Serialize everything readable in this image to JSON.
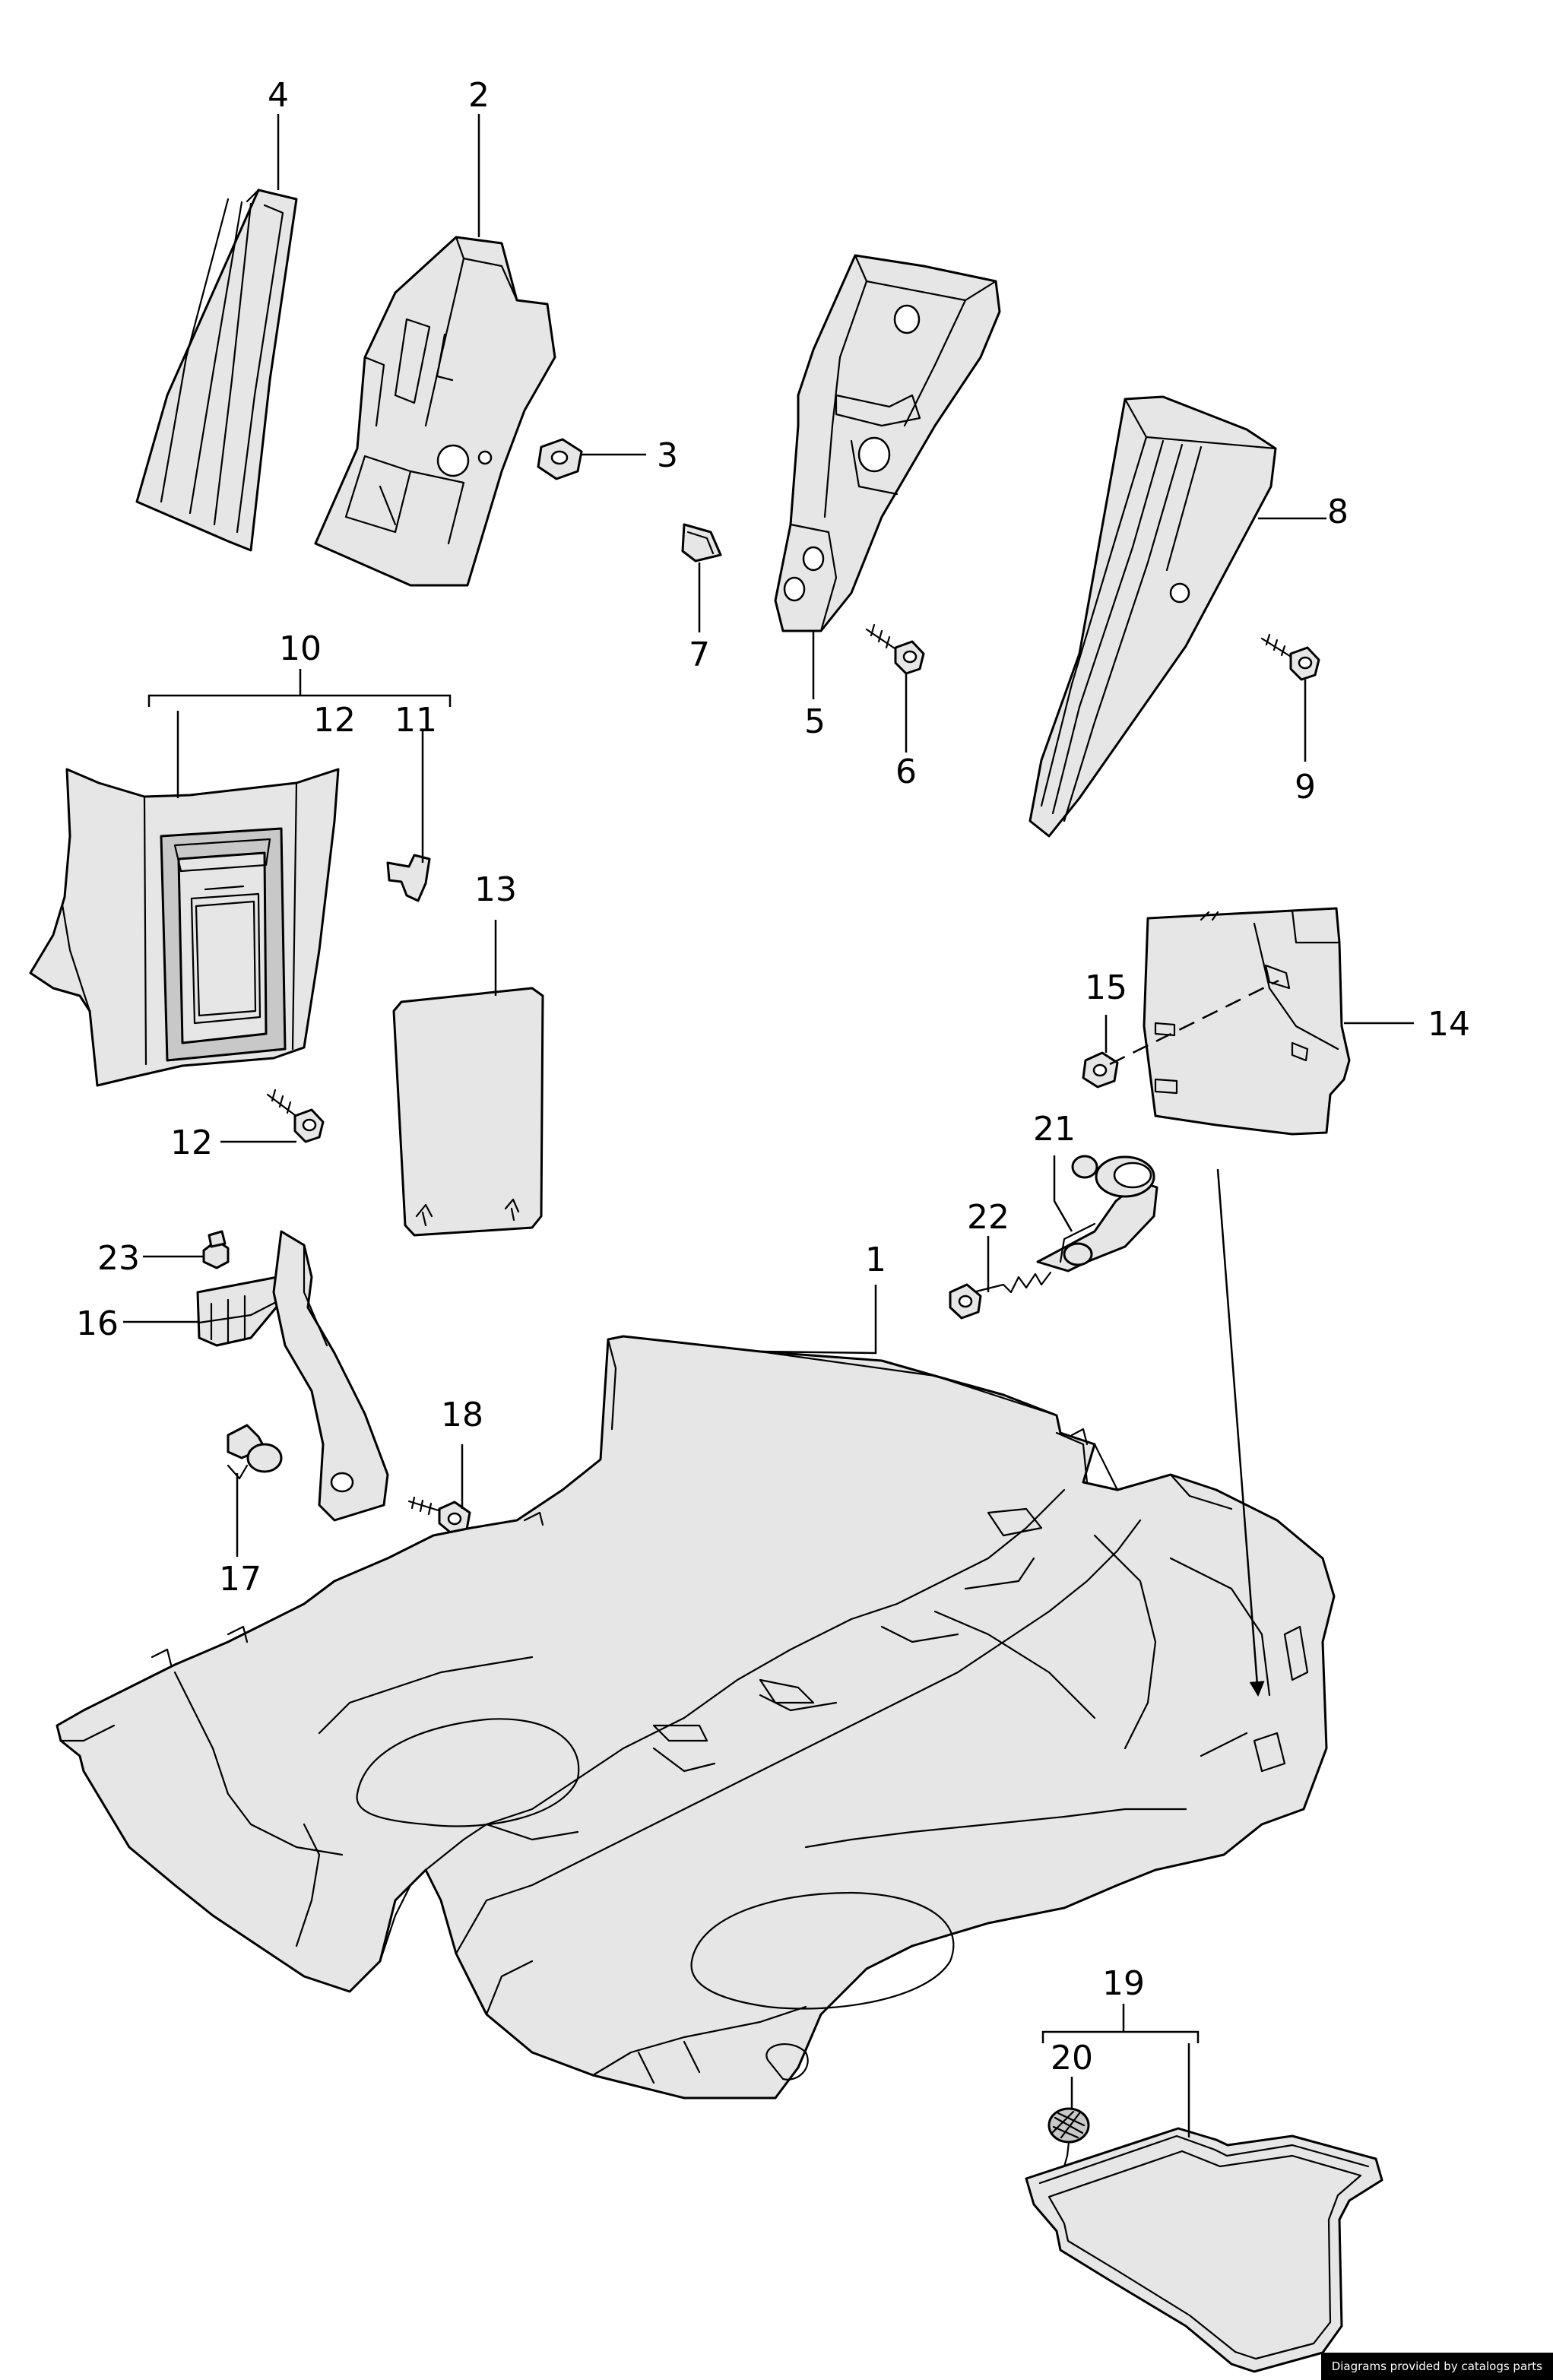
{
  "diagram": {
    "callouts": {
      "c1": "1",
      "c2": "2",
      "c3": "3",
      "c4": "4",
      "c5": "5",
      "c6": "6",
      "c7": "7",
      "c8": "8",
      "c9": "9",
      "c10": "10",
      "c11": "11",
      "c12a": "12",
      "c12b": "12",
      "c13": "13",
      "c14": "14",
      "c15": "15",
      "c16": "16",
      "c17": "17",
      "c18": "18",
      "c19": "19",
      "c20": "20",
      "c21": "21",
      "c22": "22",
      "c23": "23"
    },
    "colors": {
      "line": "#000000",
      "background": "#ffffff",
      "part_fill": "#e6e6e6"
    }
  },
  "footer": {
    "credit": "Diagrams provided by catalogs parts"
  }
}
